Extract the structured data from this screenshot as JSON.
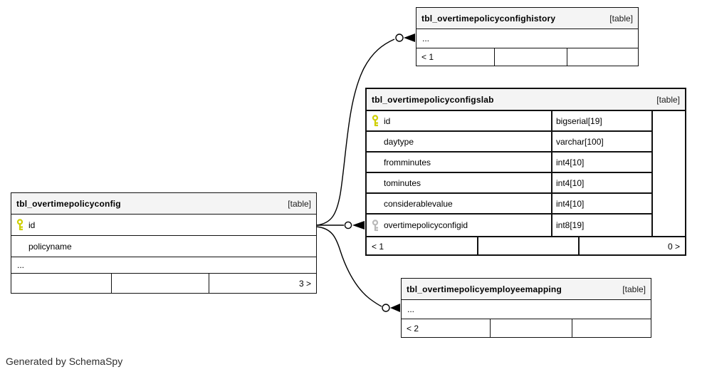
{
  "credit": "Generated by SchemaSpy",
  "colors": {
    "header_bg": "#f4f4f4",
    "border": "#111111",
    "primary_key": "#cfcf00",
    "foreign_key": "#b9b9b9"
  },
  "tables": {
    "config": {
      "name": "tbl_overtimepolicyconfig",
      "badge": "[table]",
      "columns": [
        {
          "name": "id",
          "key": "primary"
        },
        {
          "name": "policyname"
        },
        {
          "name": "..."
        }
      ],
      "footer": [
        "",
        "",
        "3 >"
      ]
    },
    "confighistory": {
      "name": "tbl_overtimepolicyconfighistory",
      "badge": "[table]",
      "columns": [
        {
          "name": "..."
        }
      ],
      "footer": [
        "< 1",
        "",
        ""
      ]
    },
    "configslab": {
      "name": "tbl_overtimepolicyconfigslab",
      "badge": "[table]",
      "columns": [
        {
          "name": "id",
          "type": "bigserial[19]",
          "key": "primary"
        },
        {
          "name": "daytype",
          "type": "varchar[100]"
        },
        {
          "name": "fromminutes",
          "type": "int4[10]"
        },
        {
          "name": "tominutes",
          "type": "int4[10]"
        },
        {
          "name": "considerablevalue",
          "type": "int4[10]"
        },
        {
          "name": "overtimepolicyconfigid",
          "type": "int8[19]",
          "key": "foreign"
        }
      ],
      "footer": [
        "< 1",
        "",
        "0 >"
      ]
    },
    "employeemapping": {
      "name": "tbl_overtimepolicyemployeemapping",
      "badge": "[table]",
      "columns": [
        {
          "name": "..."
        }
      ],
      "footer": [
        "< 2",
        "",
        ""
      ]
    }
  },
  "relationships": [
    {
      "from": "tbl_overtimepolicyconfig.id",
      "to": "tbl_overtimepolicyconfighistory"
    },
    {
      "from": "tbl_overtimepolicyconfig.id",
      "to": "tbl_overtimepolicyconfigslab.overtimepolicyconfigid"
    },
    {
      "from": "tbl_overtimepolicyconfig.id",
      "to": "tbl_overtimepolicyemployeemapping"
    }
  ]
}
